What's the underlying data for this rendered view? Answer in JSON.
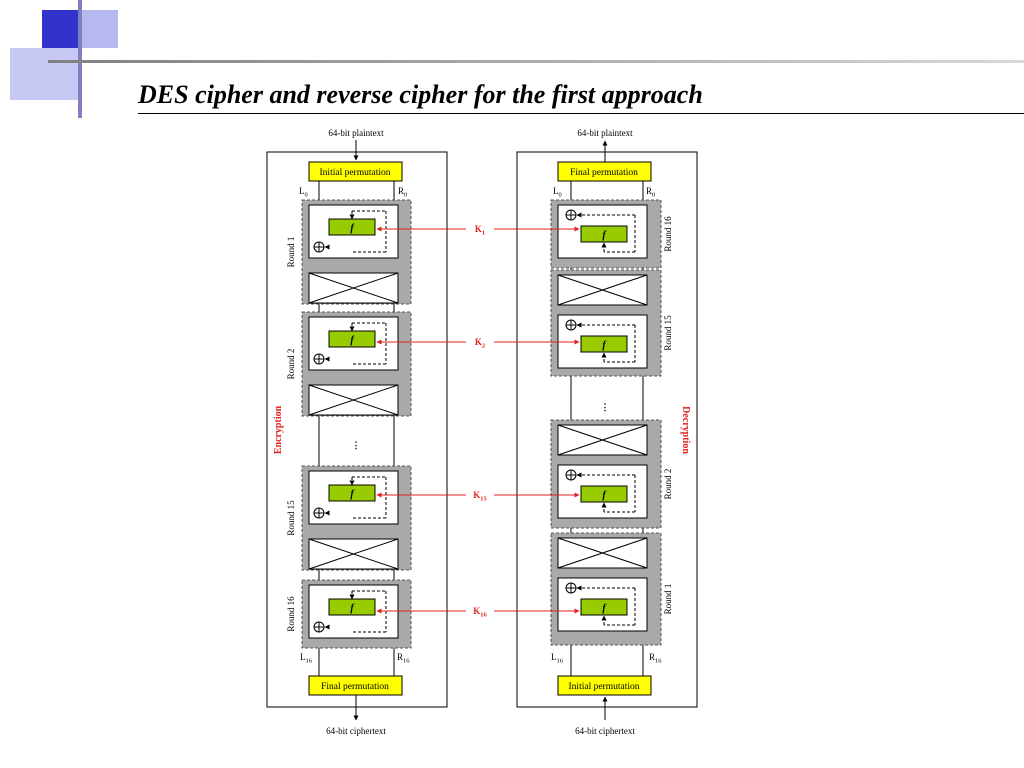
{
  "title": "DES cipher and reverse cipher for the first approach",
  "colors": {
    "accent_blue": "#3333cc",
    "light_blue": "#b8b8f0",
    "key_red": "#e02020",
    "perm_yellow": "#ffff00",
    "f_green": "#99cc00",
    "round_gray": "#a9a9a9"
  },
  "encryption": {
    "side_label": "Encryption",
    "input": "64-bit plaintext",
    "output": "64-bit ciphertext",
    "initial_box": "Initial permutation",
    "final_box": "Final permutation",
    "left_top": "L",
    "left_top_sub": "0",
    "right_top": "R",
    "right_top_sub": "0",
    "left_bottom": "L",
    "left_bottom_sub": "16",
    "right_bottom": "R",
    "right_bottom_sub": "16",
    "rounds": [
      {
        "label": "Round 1",
        "f": "f"
      },
      {
        "label": "Round 2",
        "f": "f"
      },
      {
        "label": "Round 15",
        "f": "f"
      },
      {
        "label": "Round 16",
        "f": "f"
      }
    ]
  },
  "decryption": {
    "side_label": "Decryption",
    "input": "64-bit ciphertext",
    "output": "64-bit plaintext",
    "initial_box": "Initial permutation",
    "final_box": "Final permutation",
    "left_top": "L",
    "left_top_sub": "0",
    "right_top": "R",
    "right_top_sub": "0",
    "left_bottom": "L",
    "left_bottom_sub": "16",
    "right_bottom": "R",
    "right_bottom_sub": "16",
    "rounds": [
      {
        "label": "Round 16",
        "f": "f"
      },
      {
        "label": "Round 15",
        "f": "f"
      },
      {
        "label": "Round 2",
        "f": "f"
      },
      {
        "label": "Round 1",
        "f": "f"
      }
    ]
  },
  "keys": [
    {
      "base": "K",
      "sub": "1"
    },
    {
      "base": "K",
      "sub": "2"
    },
    {
      "base": "K",
      "sub": "15"
    },
    {
      "base": "K",
      "sub": "16"
    }
  ],
  "ellipsis": "⋮"
}
